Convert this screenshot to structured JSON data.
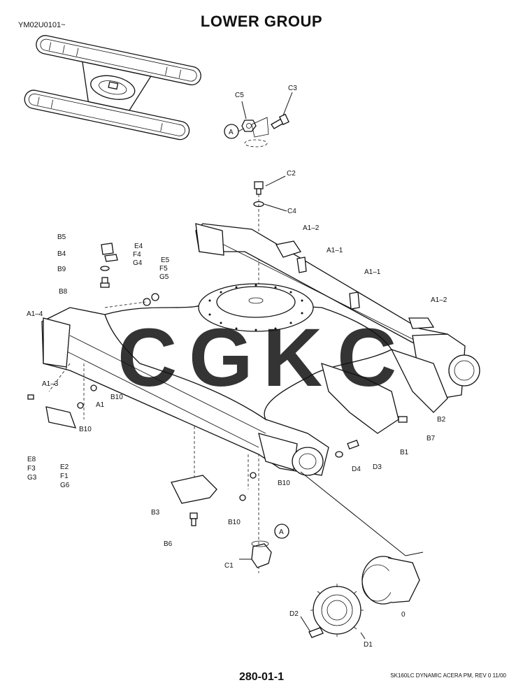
{
  "header": {
    "code": "YM02U0101~",
    "title": "LOWER GROUP"
  },
  "footer": {
    "page": "280-01-1",
    "model": "SK160LC DYNAMIC ACERA PM,  REV 0 11/00"
  },
  "watermark": {
    "letters": [
      "C",
      "G",
      "K",
      "C"
    ],
    "colors": [
      "#4285f4",
      "#ea4335",
      "#fbbc05",
      "#34a853"
    ]
  },
  "callouts": {
    "c5": "C5",
    "c3": "C3",
    "a_top": "A",
    "c2": "C2",
    "c4": "C4",
    "a1_2_left": "A1–2",
    "a1_1_left": "A1–1",
    "a1_1_right": "A1–1",
    "a1_2_right": "A1–2",
    "b5": "B5",
    "b4": "B4",
    "b9": "B9",
    "b8": "B8",
    "e4": "E4",
    "f4": "F4",
    "g4": "G4",
    "e5": "E5",
    "f5": "F5",
    "g5": "G5",
    "a1_4": "A1–4",
    "a1_3": "A1–3",
    "a1": "A1",
    "b10_a": "B10",
    "b10_b": "B10",
    "b10_c": "B10",
    "b10_d": "B10",
    "e8": "E8",
    "f3": "F3",
    "g3": "G3",
    "e2": "E2",
    "f1": "F1",
    "g6": "G6",
    "b2": "B2",
    "b7": "B7",
    "b1": "B1",
    "d3": "D3",
    "d4": "D4",
    "b3": "B3",
    "b6": "B6",
    "a_bottom": "A",
    "c1": "C1",
    "motor": "0",
    "d2": "D2",
    "d1": "D1"
  }
}
